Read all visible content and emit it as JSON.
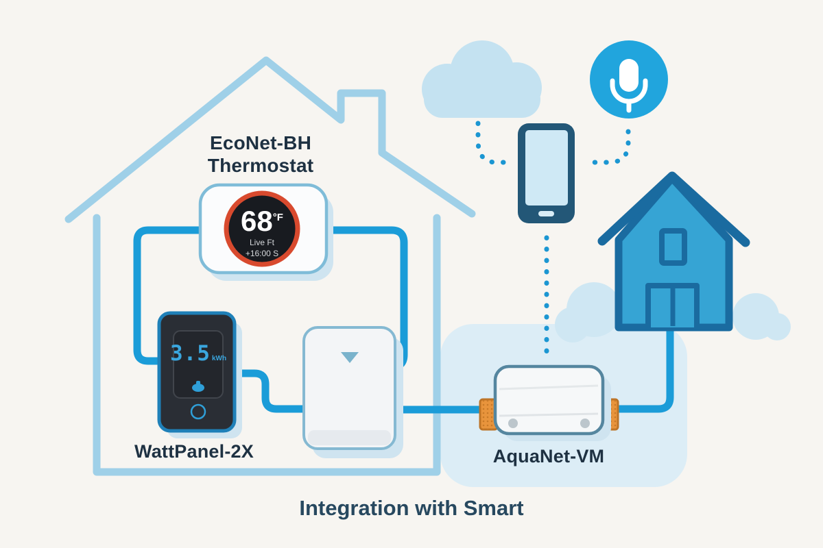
{
  "title": "Integration with Smart",
  "labels": {
    "thermostat_line1": "EcoNet-BH",
    "thermostat_line2": "Thermostat",
    "watt_panel": "WattPanel-2X",
    "aquanet": "AquaNet-VM"
  },
  "thermostat_display": {
    "temperature": "68",
    "unit": "°F",
    "status_line1": "Live Ft",
    "status_line2": "+16:00 S"
  },
  "watt_display": {
    "value": "3.5",
    "unit": "kWh"
  },
  "icons": [
    {
      "name": "cloud-icon",
      "shape": "overlapping-circles-cloud"
    },
    {
      "name": "microphone-icon",
      "shape": "capsule-with-arc-in-circle"
    },
    {
      "name": "smartphone-icon",
      "shape": "rounded-rect-phone"
    },
    {
      "name": "smart-home-house-icon",
      "shape": "outlined-house-with-window-and-door"
    },
    {
      "name": "house-outline-icon",
      "shape": "large-house-outline-with-chimney"
    },
    {
      "name": "hub-triangle-icon",
      "shape": "down-triangle"
    },
    {
      "name": "watt-status-icon",
      "shape": "small-blob"
    },
    {
      "name": "watt-button-icon",
      "shape": "circle-outline"
    }
  ],
  "colors": {
    "background": "#f7f5f1",
    "accent_blue_wire": "#1b9cd8",
    "pale_house_outline": "#9fd0e8",
    "dotted_line": "#1b96d2",
    "label_text": "#1e3142",
    "title_text": "#27485f",
    "blob_fill": "#dcedf6",
    "bush_fill": "#cfe7f3",
    "cloud_fill": "#c4e2f1",
    "mic_circle": "#21a5dd",
    "phone_body": "#235777",
    "phone_screen": "#cfe9f5",
    "right_house_fill": "#36a4d4",
    "right_house_stroke": "#1a6ba0",
    "thermostat_ring": "#d84a2e",
    "thermostat_screen": "#181b20",
    "watt_body": "#2a2e35",
    "watt_border": "#1f80b8",
    "watt_display_text": "#3aa6de",
    "pipe_fitting_orange": "#e8943c",
    "device_shadow": "#cfe4f0"
  }
}
